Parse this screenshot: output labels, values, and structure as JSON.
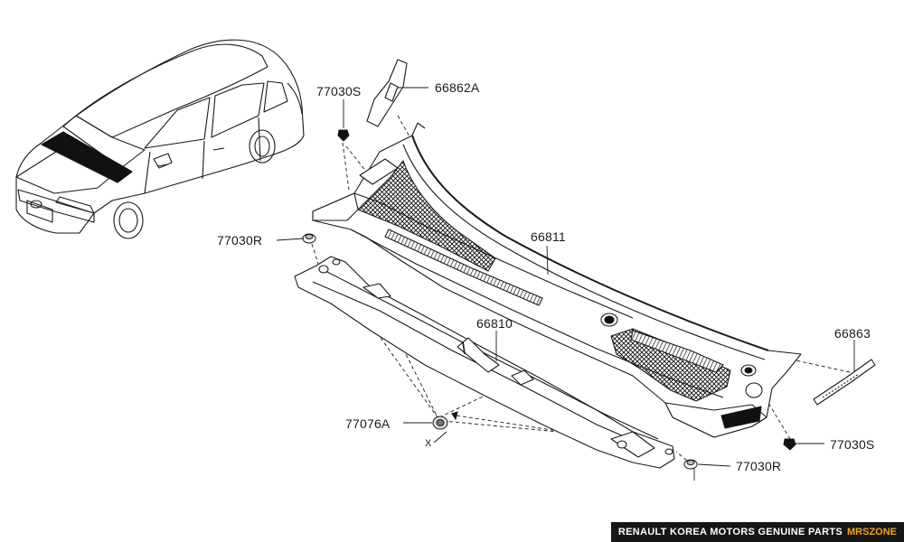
{
  "parts": {
    "p77030S_top": "77030S",
    "p66862A": "66862A",
    "p77030R_left": "77030R",
    "p66811": "66811",
    "p66810": "66810",
    "p66863": "66863",
    "p77076A": "77076A",
    "p77030S_right": "77030S",
    "p77030R_bottom": "77030R"
  },
  "markers": {
    "x": "X"
  },
  "footer": {
    "brand": "RENAULT KOREA MOTORS GENUINE PARTS",
    "zone": "MRSZONE"
  },
  "colors": {
    "line": "#1a1a1a",
    "footer_bg": "#161616",
    "footer_accent": "#f2a614"
  }
}
